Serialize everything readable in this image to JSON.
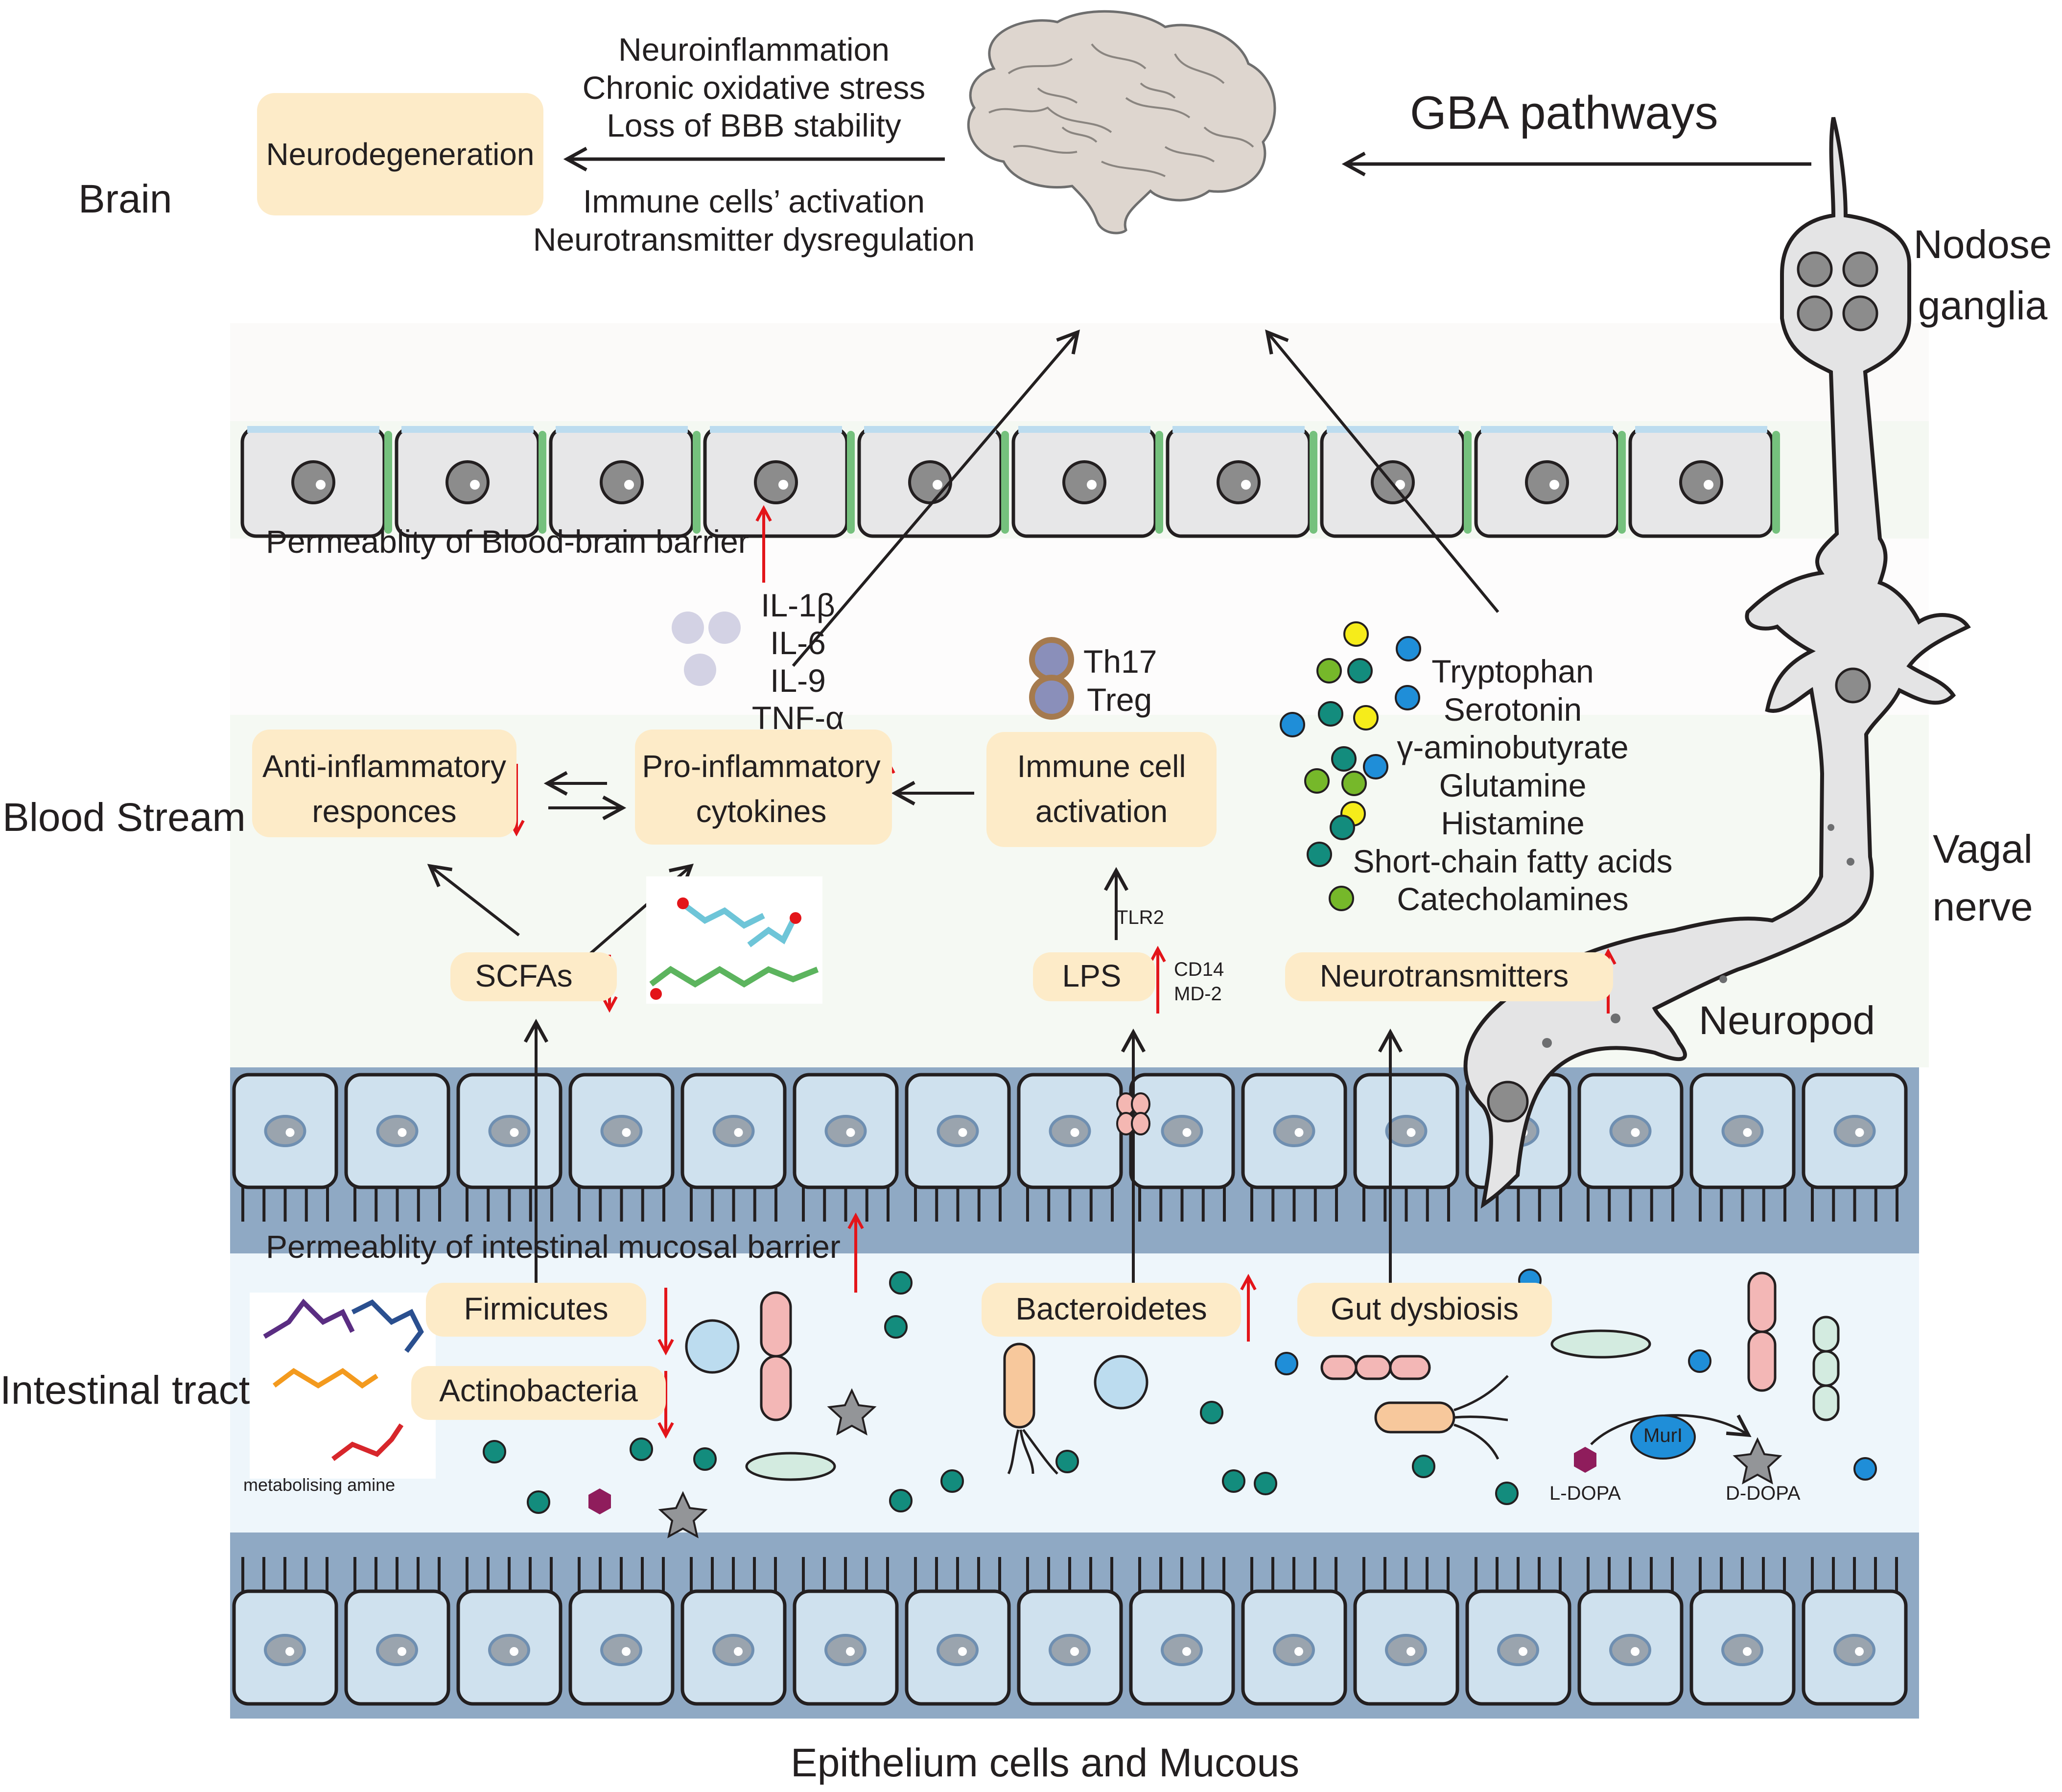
{
  "regions": {
    "brain": "Brain",
    "blood_stream": "Blood Stream",
    "intestinal_tract": "Intestinal tract",
    "bottom": "Epithelium cells and Mucous"
  },
  "brain_effects": {
    "outcome": "Neurodegeneration",
    "above": [
      "Neuroinflammation",
      "Chronic oxidative stress",
      "Loss of BBB stability"
    ],
    "below": [
      "Immune cells’ activation",
      "Neurotransmitter dysregulation"
    ]
  },
  "gba": "GBA pathways",
  "nerve": {
    "nodose": [
      "Nodose",
      "ganglia"
    ],
    "vagal": [
      "Vagal",
      "nerve"
    ],
    "neuropod": "Neuropod"
  },
  "bbb_label": "Permeablity of Blood-brain barrier",
  "cytokines": [
    "IL-1β",
    "IL-6",
    "IL-9",
    "TNF-α"
  ],
  "t_cells": [
    "Th17",
    "Treg"
  ],
  "neuro_list": [
    "Tryptophan",
    "Serotonin",
    "γ-aminobutyrate",
    "Glutamine",
    "Histamine",
    "Short-chain fatty acids",
    "Catecholamines"
  ],
  "boxes": {
    "anti": [
      "Anti-inflammatory",
      "responces"
    ],
    "pro": [
      "Pro-inflammatory",
      "cytokines"
    ],
    "immune": [
      "Immune cell",
      "activation"
    ],
    "scfas": "SCFAs",
    "lps": "LPS",
    "neurotransmitters": "Neurotransmitters",
    "firmicutes": "Firmicutes",
    "actinobacteria": "Actinobacteria",
    "bacteroidetes": "Bacteroidetes",
    "dysbiosis": "Gut dysbiosis"
  },
  "receptors": {
    "tlr2": "TLR2",
    "cd14": "CD14",
    "md2": "MD-2"
  },
  "mucosal_label": "Permeablity of intestinal mucosal barrier",
  "amine_label": "metabolising amine",
  "enzyme": {
    "name": "MurI",
    "from": "L-DOPA",
    "to": "D-DOPA"
  },
  "colors": {
    "box_fill": "#fdebc8",
    "bbb_cell": "#e7e7e8",
    "tight_junction": "#75c17d",
    "gut_cell": "#cfe1ee",
    "gut_band": "#8fa9c4",
    "lumen": "#eef6fb",
    "blood": "#f1f6ee",
    "up_down_arrow": "#e3151a",
    "teal_dot": "#138c7d",
    "blue_dot": "#1f8ed8",
    "yellow_dot": "#f6ec1a",
    "green_dot": "#76b82a"
  }
}
